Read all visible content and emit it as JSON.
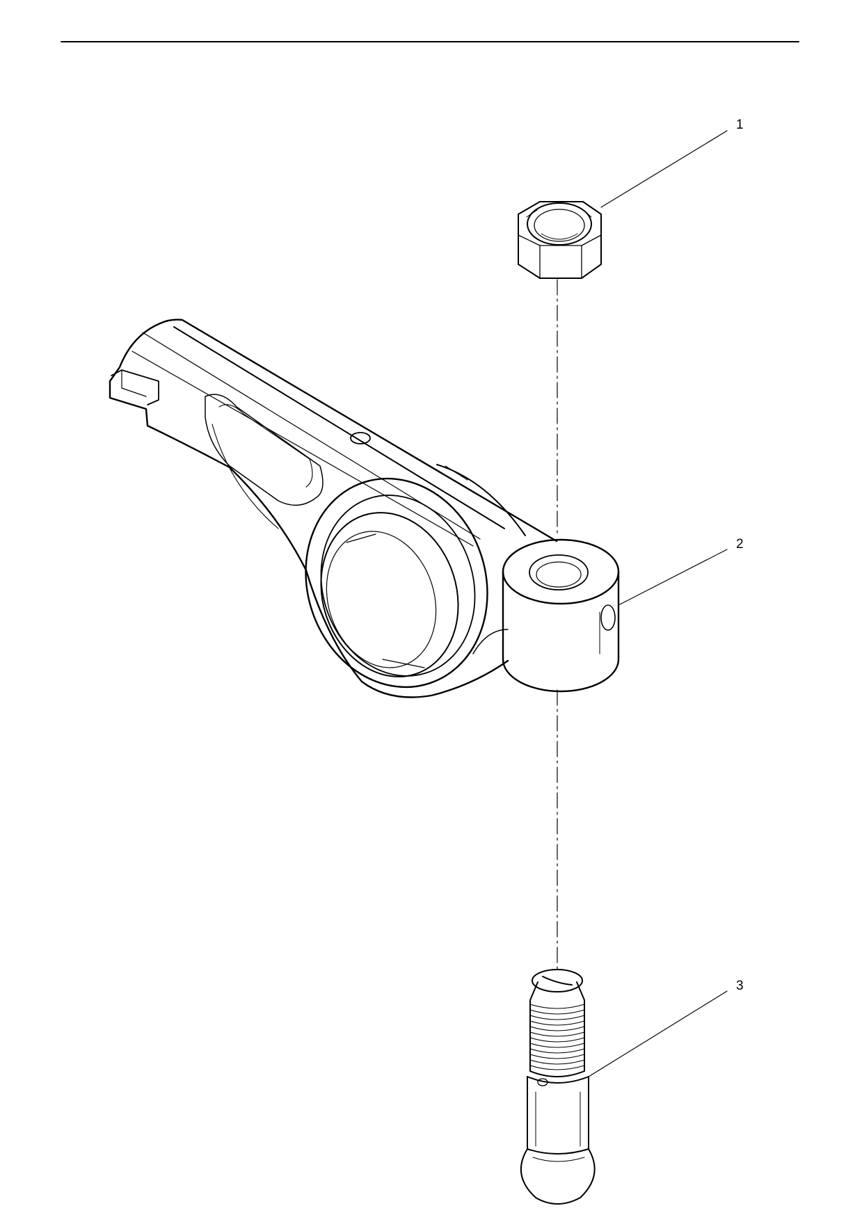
{
  "colors": {
    "line": "#000000",
    "background": "#ffffff"
  },
  "callouts": [
    {
      "number": "1"
    },
    {
      "number": "2"
    },
    {
      "number": "3"
    }
  ]
}
